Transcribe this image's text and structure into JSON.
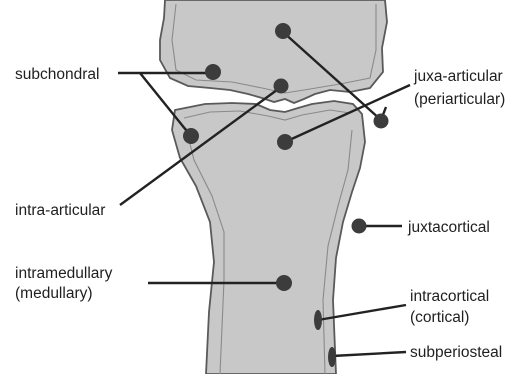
{
  "diagram": {
    "labels": {
      "subchondral": "subchondral",
      "juxta_articular_line1": "juxa-articular",
      "juxta_articular_line2": "(periarticular)",
      "intra_articular": "intra-articular",
      "juxtacortical": "juxtacortical",
      "intramedullary_line1": "intramedullary",
      "intramedullary_line2": "(medullary)",
      "intracortical_line1": "intracortical",
      "intracortical_line2": "(cortical)",
      "subperiosteal": "subperiosteal"
    },
    "colors": {
      "bone_fill": "#c8c8c8",
      "bone_outline": "#5a5a5a",
      "cortex_line": "#8a8a8a",
      "marker": "#3c3c3c",
      "leader": "#222222",
      "background": "#ffffff"
    }
  }
}
